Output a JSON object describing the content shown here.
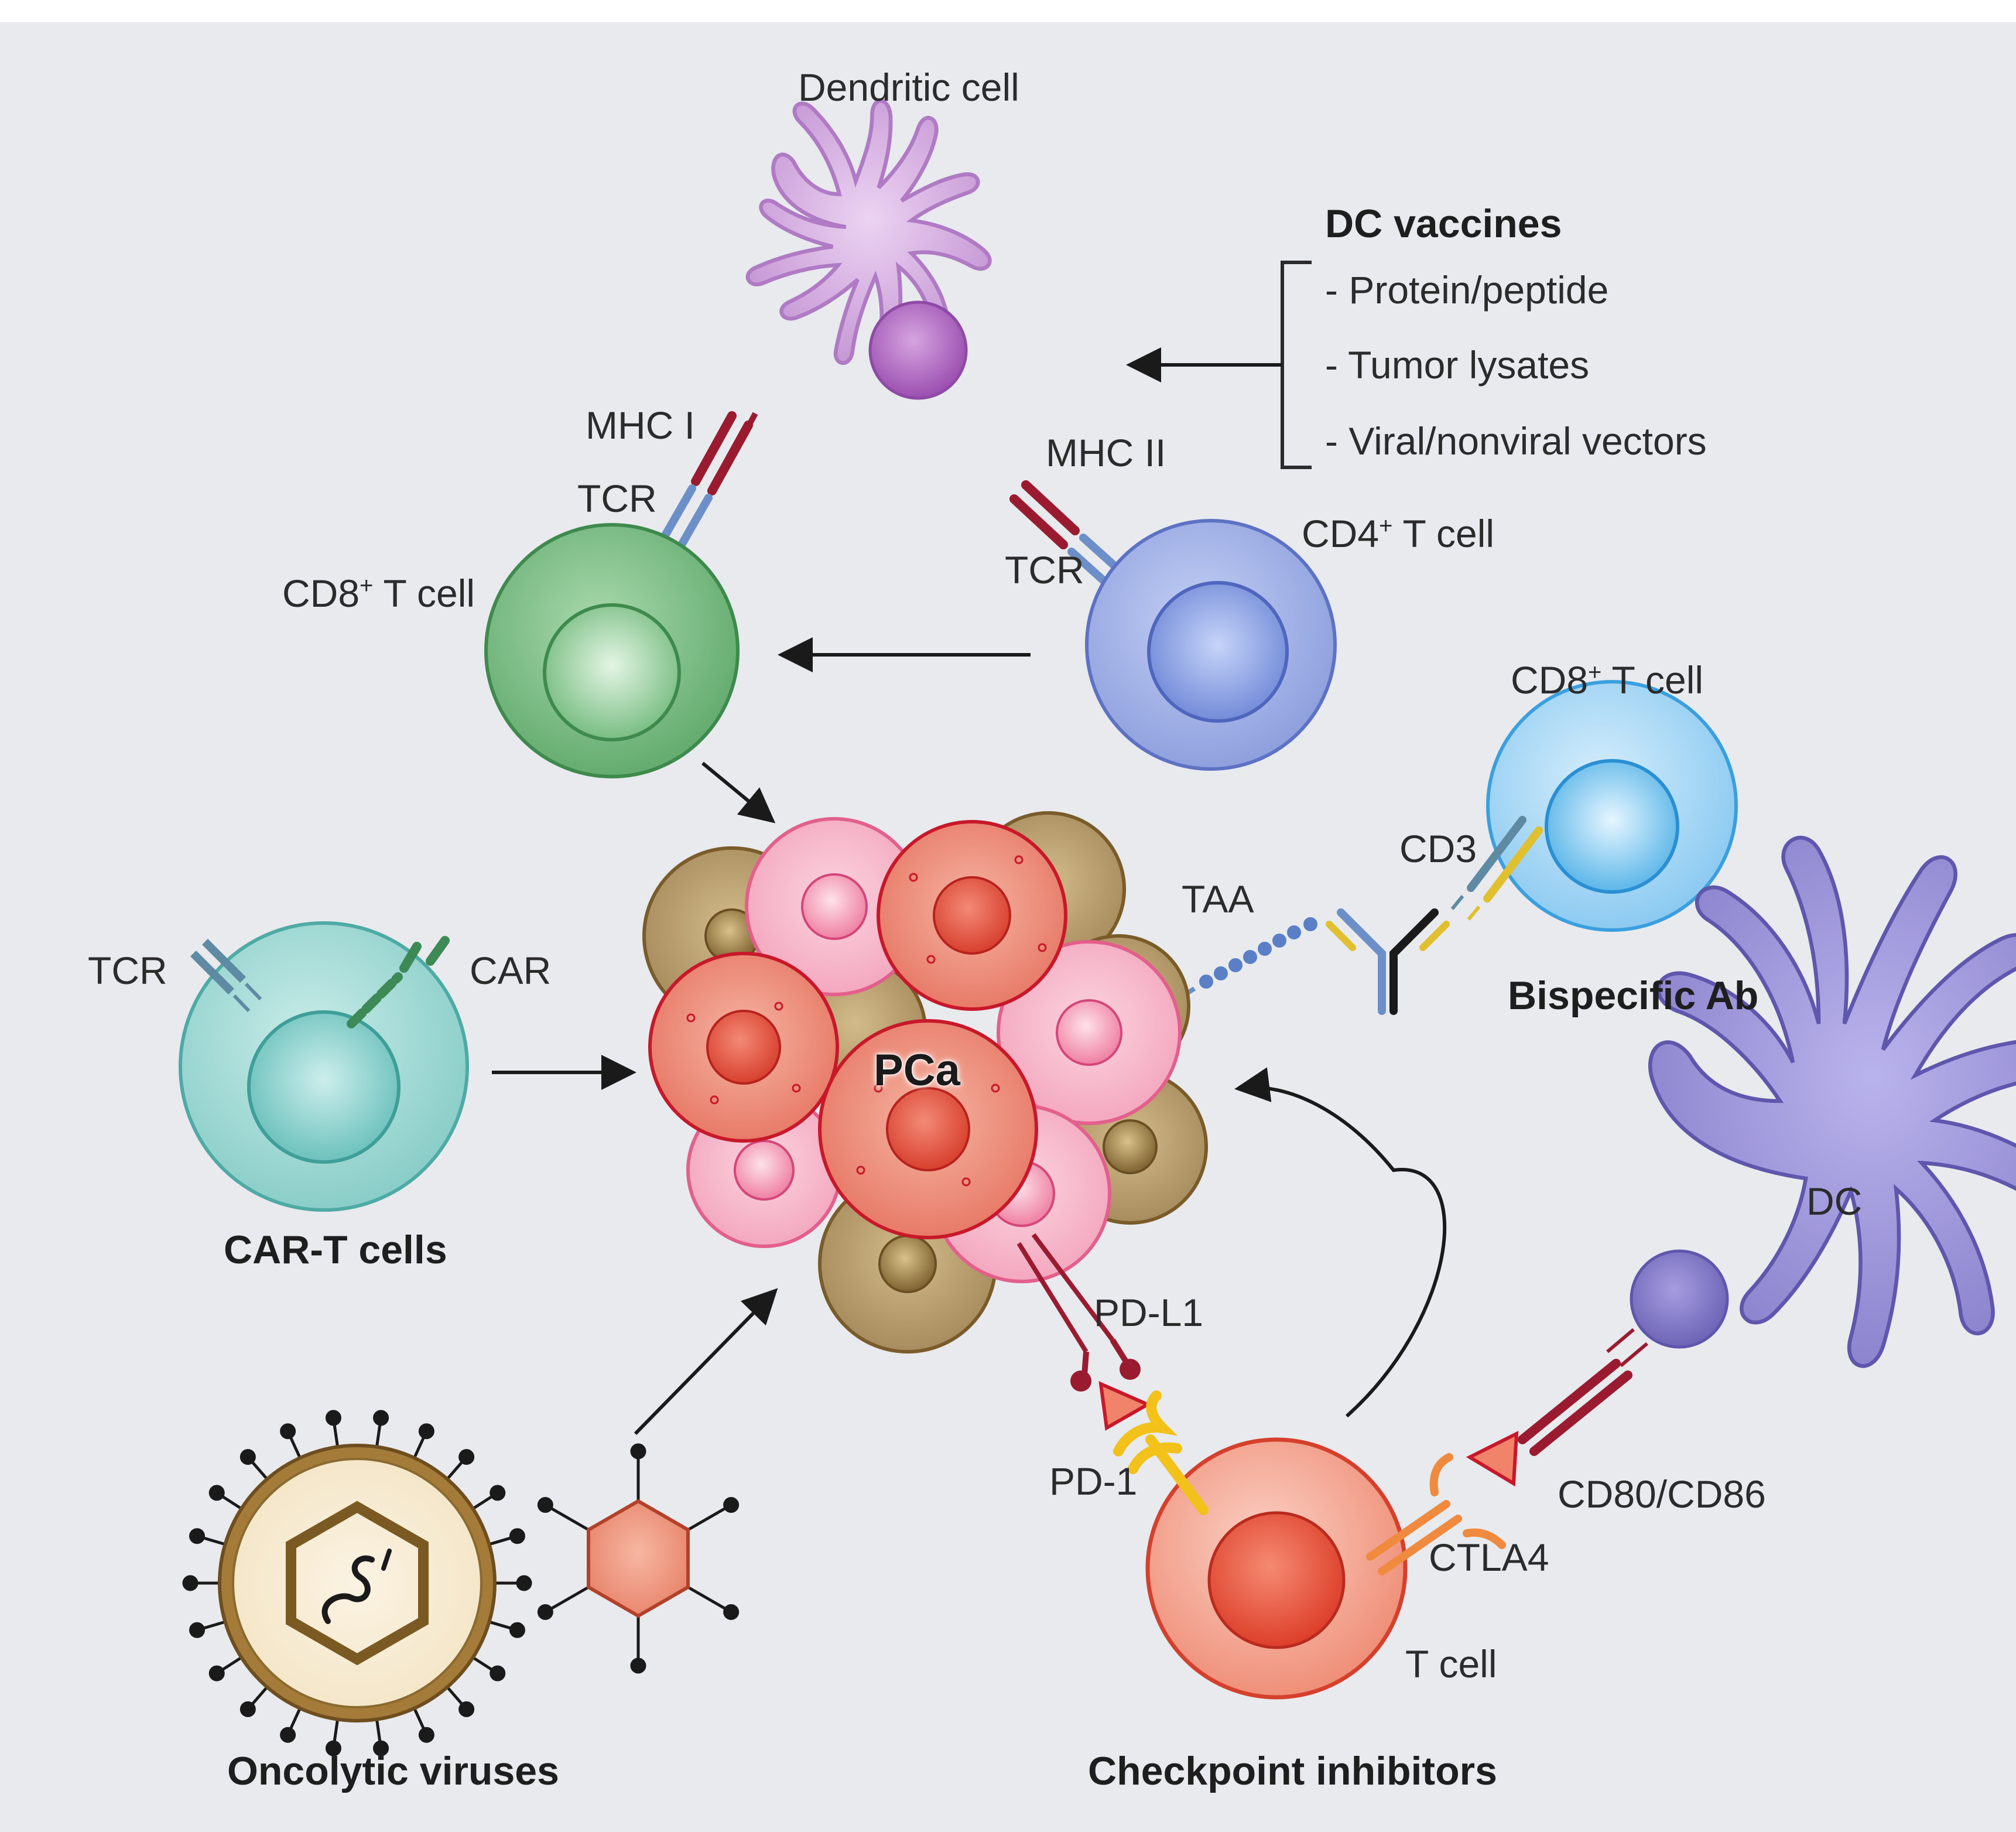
{
  "labels": {
    "dendritic_cell": "Dendritic cell",
    "dc_vaccines_title": "DC vaccines",
    "dc_vaccines_items": [
      "- Protein/peptide",
      "- Tumor lysates",
      "- Viral/nonviral vectors"
    ],
    "mhc1": "MHC I",
    "mhc2": "MHC II",
    "tcr_cd8": "TCR",
    "tcr_cd4": "TCR",
    "cd8_t_cell_top": "CD8",
    "cd4_t_cell": "CD4",
    "sup_plus": "+",
    "t_cell_suffix": " T cell",
    "cd8_t_cell_right": "CD8",
    "cd3": "CD3",
    "taa": "TAA",
    "bispecific_ab": "Bispecific Ab",
    "tcr_car": "TCR",
    "car": "CAR",
    "car_t_cells": "CAR-T cells",
    "pca": "PCa",
    "pd_l1": "PD-L1",
    "pd_1": "PD-1",
    "dc": "DC",
    "cd80_cd86": "CD80/CD86",
    "ctla4": "CTLA4",
    "t_cell": "T cell",
    "oncolytic_viruses": "Oncolytic viruses",
    "checkpoint_inhibitors": "Checkpoint inhibitors"
  },
  "colors": {
    "background": "#e8eaee",
    "dendritic_cell": "#c99ad6",
    "cd8_t_cell_green": "#6fb27a",
    "cd4_t_cell_blue": "#94a6e0",
    "cd8_t_cell_light_blue": "#8ccaf0",
    "car_t_cell_teal": "#8ccfcb",
    "tumor_red": "#e76f5e",
    "tumor_pink": "#f5a9c2",
    "tumor_brown": "#a8895a",
    "checkpoint_t_cell": "#f08f78",
    "dc_purple": "#8d85cc",
    "mhc_dark_red": "#9a1b30",
    "tcr_blue": "#6d8fc9",
    "pd1_yellow": "#f2c21b",
    "ctla4_orange": "#f08a3e",
    "car_green": "#3d8a57",
    "arrow": "#1a1a1a"
  }
}
